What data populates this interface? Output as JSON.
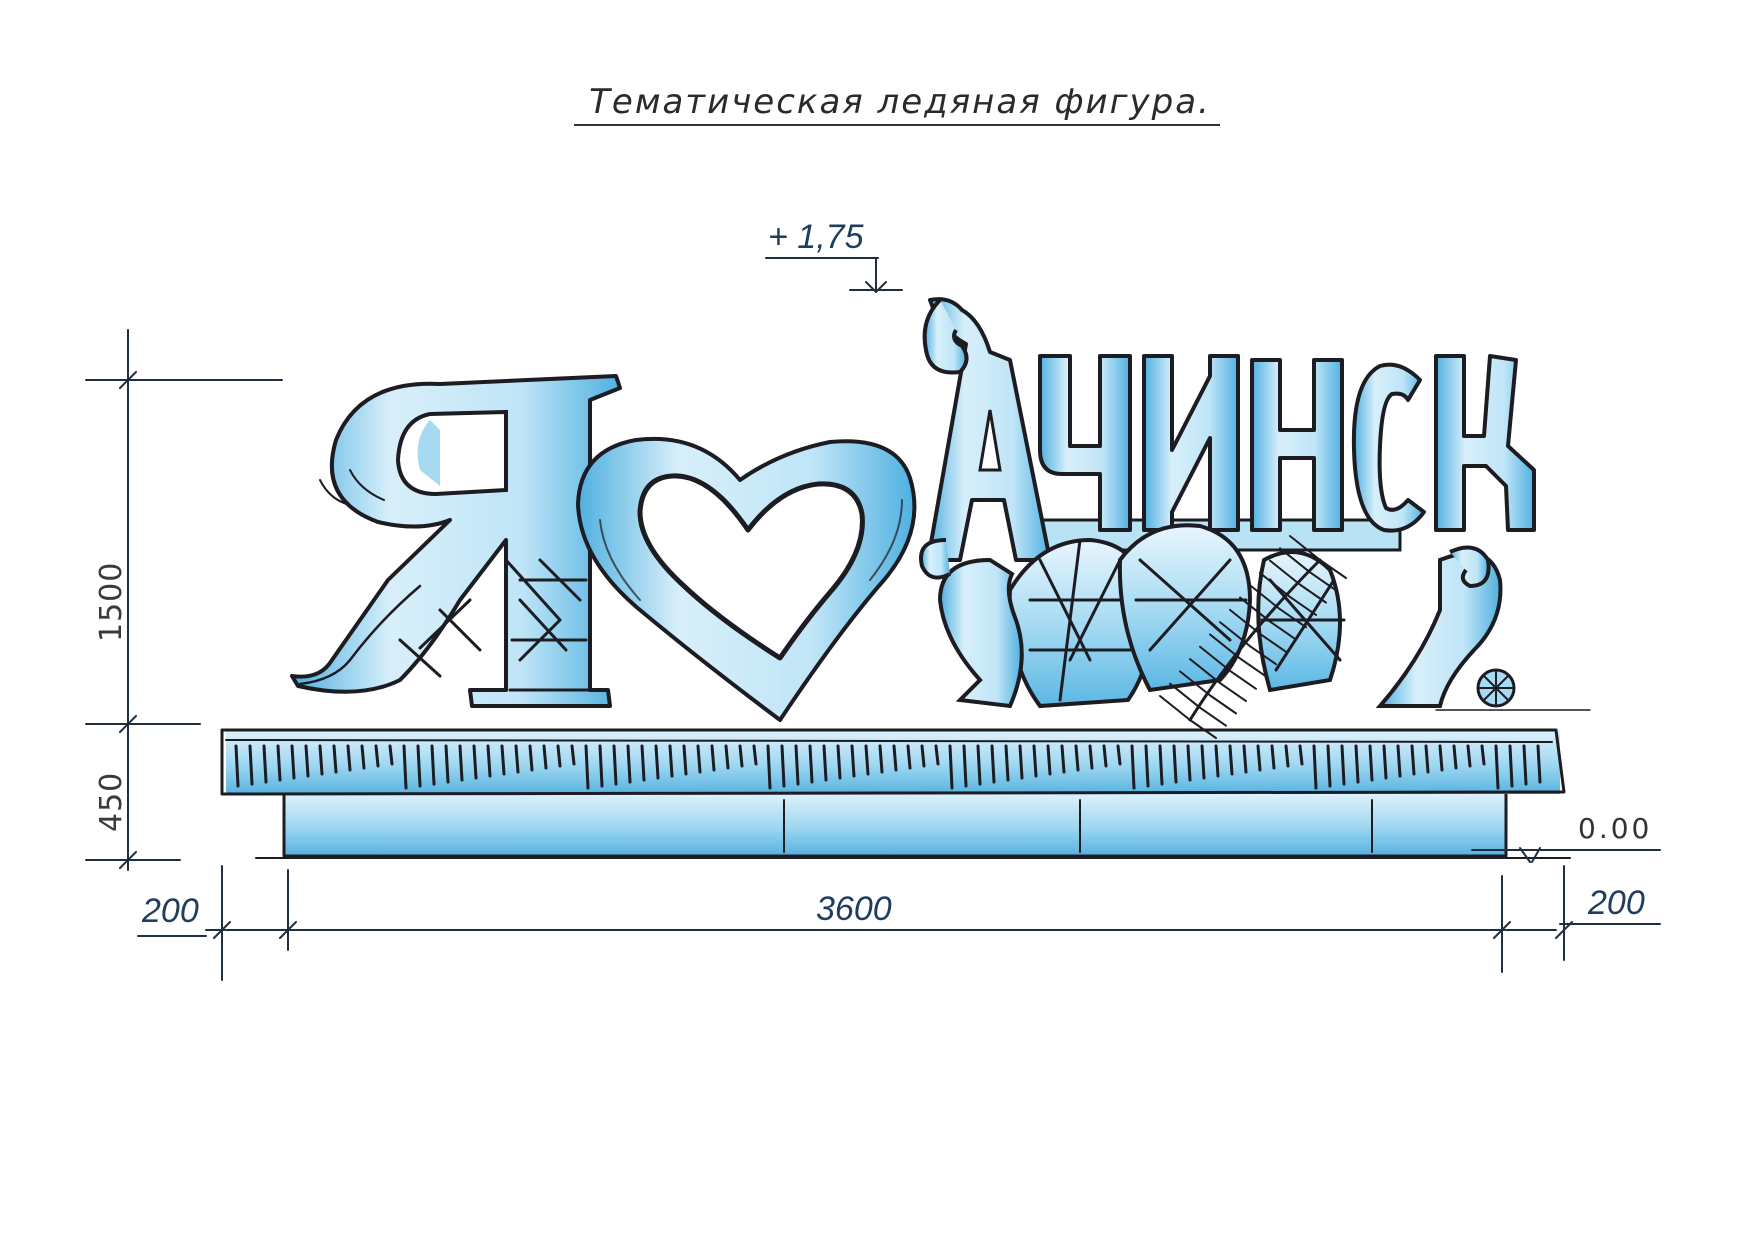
{
  "title": "Тематическая ледяная фигура.",
  "sculpture": {
    "letter_ya": "Я",
    "heart_symbol": "heart",
    "city_word": "АЧИНСК"
  },
  "elevation_mark": "+ 1,75",
  "level_mark": "0.00",
  "dimensions": {
    "figure_height": "1500",
    "base_height": "450",
    "base_length": "3600",
    "left_offset": "200",
    "right_offset": "200"
  },
  "colors": {
    "ice_light": "#dcf0fb",
    "ice_mid": "#8fd0ef",
    "ice_deep": "#3fa9dc",
    "ink": "#1c1c22",
    "dimension_text": "#1f3d5c"
  }
}
